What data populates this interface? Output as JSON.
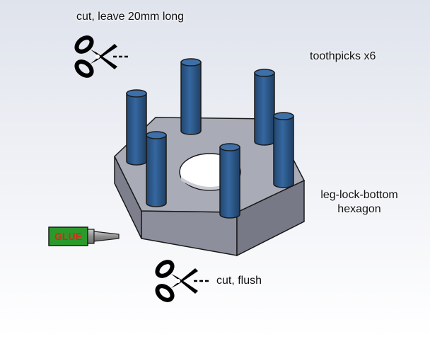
{
  "labels": {
    "cut_long": "cut, leave 20mm long",
    "toothpicks": "toothpicks x6",
    "part_name_line1": "leg-lock-bottom",
    "part_name_line2": "hexagon",
    "cut_flush": "cut, flush"
  },
  "glue": {
    "text": "GLUE",
    "text_color": "#d42a1a",
    "label_color": "#2b9a2b"
  },
  "icons": {
    "top_cut": "scissors-icon",
    "bottom_cut": "scissors-icon",
    "glue": "glue-tube-icon"
  },
  "colors": {
    "hex_top": "#a9acb6",
    "hex_front": "#8c8f9b",
    "hex_side": "#7b7e8a",
    "toothpick": "#2f5a8a",
    "outline": "#1a1a1a"
  }
}
